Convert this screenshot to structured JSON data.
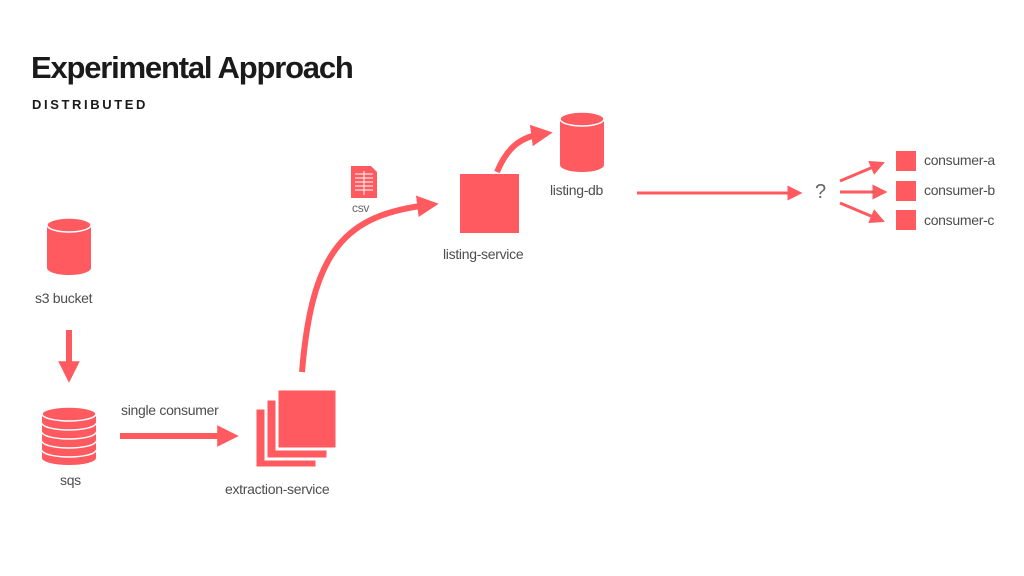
{
  "slide": {
    "title": "Experimental Approach",
    "subtitle": "DISTRIBUTED"
  },
  "colors": {
    "accent": "#ff5a5f",
    "text": "#4d4d4d",
    "heading": "#1a1a1a"
  },
  "nodes": {
    "s3_bucket": "s3 bucket",
    "sqs": "sqs",
    "extraction_service": "extraction-service",
    "listing_service": "listing-service",
    "listing_db": "listing-db",
    "csv": "csv",
    "question": "?"
  },
  "edges": {
    "single_consumer": "single consumer"
  },
  "consumers": [
    "consumer-a",
    "consumer-b",
    "consumer-c"
  ]
}
